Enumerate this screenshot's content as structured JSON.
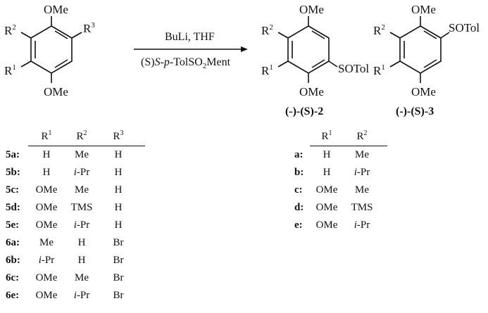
{
  "reactant": {
    "top_group": "OMe",
    "bottom_group": "OMe",
    "r1": "R",
    "r1_sup": "1",
    "r2": "R",
    "r2_sup": "2",
    "r3": "R",
    "r3_sup": "3"
  },
  "arrow": {
    "above": "BuLi, THF",
    "below_prefix": "(S)",
    "below_italic": "S-p-",
    "below_rest": "TolSO",
    "below_sub": "2",
    "below_end": "Ment"
  },
  "product2": {
    "top_group": "OMe",
    "bottom_group": "OMe",
    "sulfinyl": "SOTol",
    "r1": "R",
    "r1_sup": "1",
    "r2": "R",
    "r2_sup": "2",
    "label": "(-)-(S)-2"
  },
  "product3": {
    "top_group": "OMe",
    "bottom_group": "OMe",
    "sulfinyl": "SOTol",
    "r1": "R",
    "r1_sup": "1",
    "r2": "R",
    "r2_sup": "2",
    "label": "(-)-(S)-3"
  },
  "table_left": {
    "headers": [
      "R",
      "R",
      "R"
    ],
    "header_sups": [
      "1",
      "2",
      "3"
    ],
    "rows": [
      {
        "id": "5a:",
        "r1": "H",
        "r2": "Me",
        "r3": "H"
      },
      {
        "id": "5b:",
        "r1": "H",
        "r2": "i-Pr",
        "r3": "H"
      },
      {
        "id": "5c:",
        "r1": "OMe",
        "r2": "Me",
        "r3": "H"
      },
      {
        "id": "5d:",
        "r1": "OMe",
        "r2": "TMS",
        "r3": "H"
      },
      {
        "id": "5e:",
        "r1": "OMe",
        "r2": "i-Pr",
        "r3": "H"
      },
      {
        "id": "6a:",
        "r1": "Me",
        "r2": "H",
        "r3": "Br"
      },
      {
        "id": "6b:",
        "r1": "i-Pr",
        "r2": "H",
        "r3": "Br"
      },
      {
        "id": "6c:",
        "r1": "OMe",
        "r2": "Me",
        "r3": "Br"
      },
      {
        "id": "6e:",
        "r1": "OMe",
        "r2": "i-Pr",
        "r3": "Br"
      }
    ]
  },
  "table_right": {
    "headers": [
      "R",
      "R"
    ],
    "header_sups": [
      "1",
      "2"
    ],
    "rows": [
      {
        "id": "a:",
        "r1": "H",
        "r2": "Me"
      },
      {
        "id": "b:",
        "r1": "H",
        "r2": "i-Pr"
      },
      {
        "id": "c:",
        "r1": "OMe",
        "r2": "Me"
      },
      {
        "id": "d:",
        "r1": "OMe",
        "r2": "TMS"
      },
      {
        "id": "e:",
        "r1": "OMe",
        "r2": "i-Pr"
      }
    ]
  }
}
